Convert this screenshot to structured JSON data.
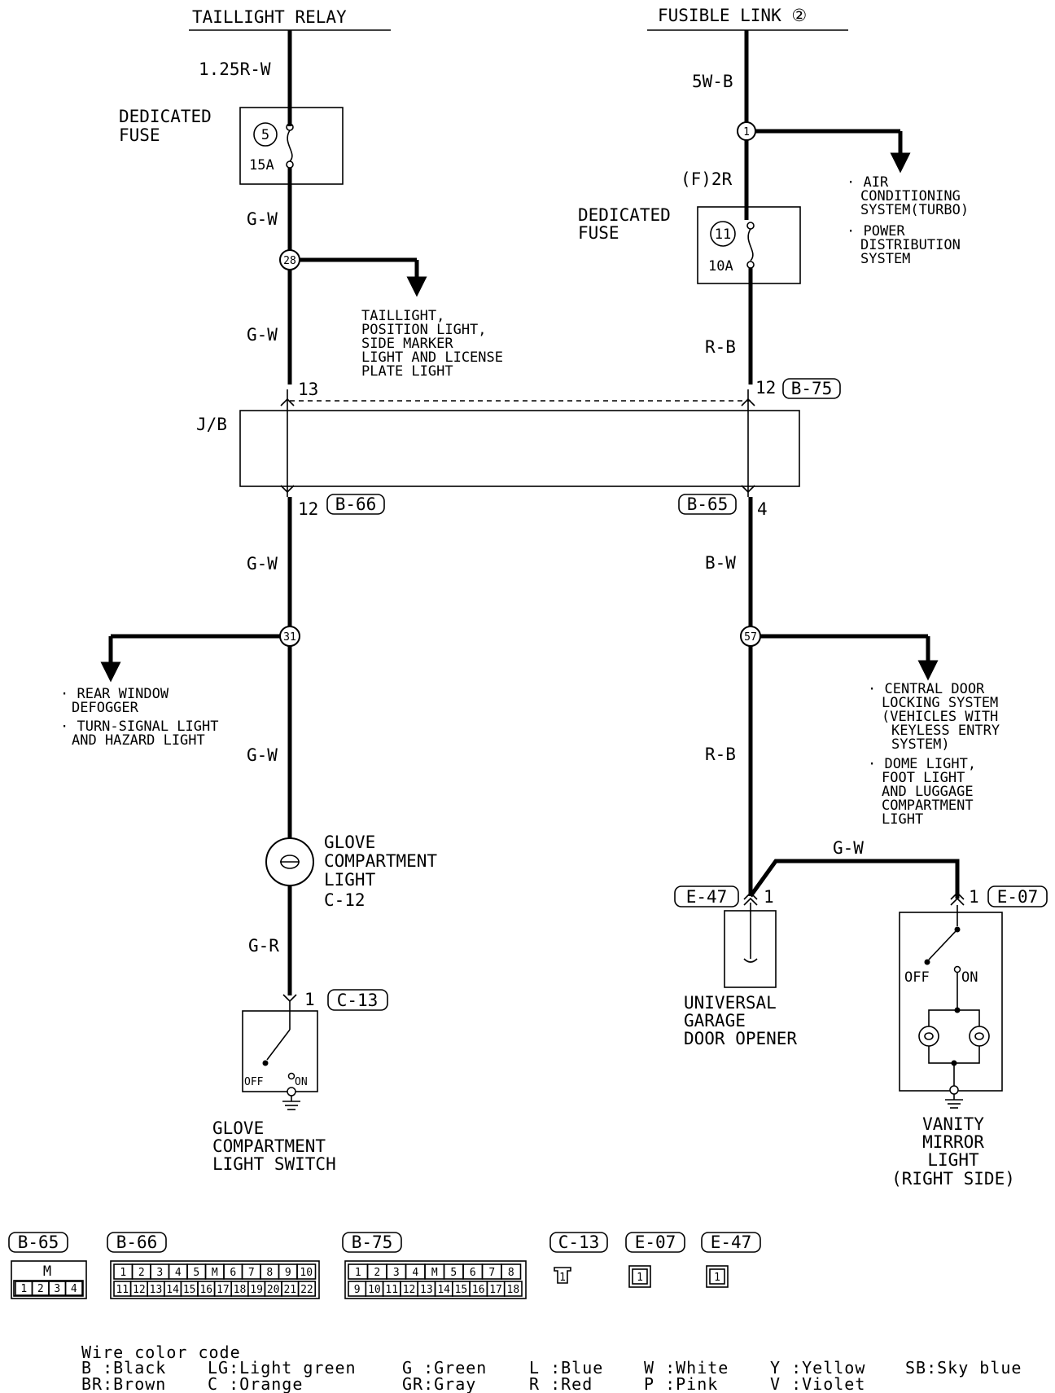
{
  "header": {
    "left_source": "TAILLIGHT RELAY",
    "right_source": "FUSIBLE LINK ②"
  },
  "wires": {
    "left_top": "1.25R-W",
    "left_fuse_out": "G-W",
    "left_to_jb": "G-W",
    "left_after_jb": "G-W",
    "left_to_light": "G-W",
    "light_to_switch": "G-R",
    "right_top": "5W-B",
    "right_fuse_in": "(F)2R",
    "right_to_jb": "R-B",
    "right_after_jb": "B-W",
    "right_to_opener": "R-B",
    "opener_to_vanity": "G-W"
  },
  "fuses": {
    "left": {
      "label_line1": "DEDICATED",
      "label_line2": "FUSE",
      "number": "5",
      "rating": "15A"
    },
    "right": {
      "label_line1": "DEDICATED",
      "label_line2": "FUSE",
      "number": "11",
      "rating": "10A"
    }
  },
  "splices": {
    "s1": "1",
    "s28": "28",
    "s31": "31",
    "s57": "57"
  },
  "junction_block": {
    "label": "J/B",
    "left_in_pin": "13",
    "right_in_pin": "12",
    "right_in_connector": "B-75",
    "left_out_pin": "12",
    "left_out_connector": "B-66",
    "right_out_pin": "4",
    "right_out_connector": "B-65"
  },
  "branches": {
    "from_1": [
      "· AIR",
      "CONDITIONING",
      "SYSTEM(TURBO)",
      "· POWER",
      "DISTRIBUTION",
      "SYSTEM"
    ],
    "from_28": [
      "TAILLIGHT,",
      "POSITION LIGHT,",
      "SIDE MARKER",
      "LIGHT AND LICENSE",
      "PLATE LIGHT"
    ],
    "from_31": [
      "· REAR WINDOW",
      "DEFOGGER",
      "· TURN-SIGNAL LIGHT",
      "AND HAZARD LIGHT"
    ],
    "from_57": [
      "· CENTRAL DOOR",
      "LOCKING SYSTEM",
      "(VEHICLES WITH",
      "KEYLESS ENTRY",
      "SYSTEM)",
      "· DOME LIGHT,",
      "FOOT LIGHT",
      "AND LUGGAGE",
      "COMPARTMENT",
      "LIGHT"
    ]
  },
  "components": {
    "glove_light": {
      "lines": [
        "GLOVE",
        "COMPARTMENT",
        "LIGHT",
        "C-12"
      ]
    },
    "glove_switch": {
      "pin": "1",
      "connector": "C-13",
      "off": "OFF",
      "on": "ON",
      "lines": [
        "GLOVE",
        "COMPARTMENT",
        "LIGHT SWITCH"
      ]
    },
    "garage_opener": {
      "pin": "1",
      "connector": "E-47",
      "lines": [
        "UNIVERSAL",
        "GARAGE",
        "DOOR OPENER"
      ]
    },
    "vanity_mirror": {
      "pin": "1",
      "connector": "E-07",
      "off": "OFF",
      "on": "ON",
      "lines": [
        "VANITY",
        "MIRROR",
        "LIGHT",
        "(RIGHT SIDE)"
      ]
    }
  },
  "connectors": {
    "b65": {
      "label": "B-65",
      "row1": [
        "",
        "M",
        ""
      ],
      "row2": [
        "1",
        "2",
        "3",
        "4"
      ]
    },
    "b66": {
      "label": "B-66",
      "row1": [
        "1",
        "2",
        "3",
        "4",
        "5",
        "M",
        "6",
        "7",
        "8",
        "9",
        "10"
      ],
      "row2": [
        "11",
        "12",
        "13",
        "14",
        "15",
        "16",
        "17",
        "18",
        "19",
        "20",
        "21",
        "22"
      ]
    },
    "b75": {
      "label": "B-75",
      "row1": [
        "1",
        "2",
        "3",
        "4",
        "M",
        "5",
        "6",
        "7",
        "8"
      ],
      "row2": [
        "9",
        "10",
        "11",
        "12",
        "13",
        "14",
        "15",
        "16",
        "17",
        "18"
      ]
    },
    "c13": {
      "label": "C-13",
      "pin": "1"
    },
    "e07": {
      "label": "E-07",
      "pin": "1"
    },
    "e47": {
      "label": "E-47",
      "pin": "1"
    }
  },
  "legend": {
    "title": "Wire color code",
    "items": [
      [
        "B :Black",
        "BR:Brown"
      ],
      [
        "LG:Light green",
        "C :Orange"
      ],
      [
        "G :Green",
        "GR:Gray"
      ],
      [
        "L :Blue",
        "R :Red"
      ],
      [
        "W :White",
        "P :Pink"
      ],
      [
        "Y :Yellow",
        "V :Violet"
      ],
      [
        "SB:Sky blue",
        ""
      ]
    ]
  }
}
